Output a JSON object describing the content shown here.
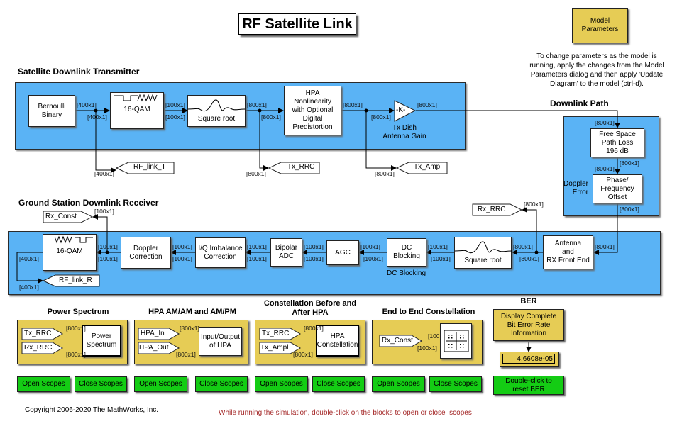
{
  "title": "RF Satellite Link",
  "model_parameters": {
    "label_line1": "Model",
    "label_line2": "Parameters",
    "note_lines": [
      "To change parameters as the model is",
      "running, apply the changes from the Model",
      "Parameters dialog and then apply 'Update",
      "Diagram' to the model (ctrl-d)."
    ]
  },
  "transmitter": {
    "heading": "Satellite Downlink Transmitter",
    "blocks": {
      "bernoulli": [
        "Bernoulli",
        "Binary"
      ],
      "qam": "16-QAM",
      "square_root": "Square root",
      "hpa": [
        "HPA",
        "Nonlinearity",
        "with Optional",
        "Digital",
        "Predistortion"
      ],
      "gain_symbol": "-K-",
      "gain_label": [
        "Tx Dish",
        "Antenna Gain"
      ]
    },
    "goto_tags": [
      "RF_link_T",
      "Tx_RRC",
      "Tx_Amp"
    ]
  },
  "downlink_path": {
    "heading": "Downlink Path",
    "blocks": {
      "fspl": [
        "Free Space",
        "Path Loss",
        "196 dB"
      ],
      "pfo": [
        "Phase/",
        "Frequency",
        "Offset"
      ]
    },
    "doppler_label": [
      "Doppler",
      "Error"
    ]
  },
  "receiver": {
    "heading": "Ground Station Downlink Receiver",
    "blocks": {
      "qam": "16-QAM",
      "doppler": [
        "Doppler",
        "Correction"
      ],
      "iq": [
        "I/Q Imbalance",
        "Correction"
      ],
      "adc": [
        "Bipolar",
        "ADC"
      ],
      "agc": "AGC",
      "dc": [
        "DC",
        "Blocking"
      ],
      "dc_label": "DC Blocking",
      "square_root": "Square root",
      "antenna": [
        "Antenna",
        "and",
        "RX Front End"
      ]
    },
    "goto_tags": [
      "Rx_Const",
      "Rx_RRC",
      "RF_link_R"
    ]
  },
  "dimensions": {
    "d400": "[400x1]",
    "d100": "[100x1]",
    "d800": "[800x1]"
  },
  "scope_groups": [
    {
      "heading": "Power Spectrum",
      "inputs": [
        "Tx_RRC",
        "Rx_RRC"
      ],
      "block": [
        "Power",
        "Spectrum"
      ],
      "open": "Open Scopes",
      "close": "Close Scopes"
    },
    {
      "heading": "HPA AM/AM and AM/PM",
      "inputs": [
        "HPA_In",
        "HPA_Out"
      ],
      "block": [
        "Input/Output",
        "of HPA"
      ],
      "open": "Open Scopes",
      "close": "Close Scopes"
    },
    {
      "heading": "Constellation Before and After HPA",
      "inputs": [
        "Tx_RRC",
        "Tx_Ampl"
      ],
      "block": [
        "HPA",
        "Constellation"
      ],
      "open": "Open Scopes",
      "close": "Close Scopes"
    },
    {
      "heading": "End to End Constellation",
      "inputs": [
        "Rx_Const"
      ],
      "block": [],
      "open": "Open Scopes",
      "close": "Close Scopes"
    }
  ],
  "ber": {
    "heading": "BER",
    "display_block": [
      "Display Complete",
      "Bit Error Rate",
      "Information"
    ],
    "value": "4.6608e-05",
    "reset": [
      "Double-click to",
      "reset BER"
    ]
  },
  "footer": {
    "copyright": "Copyright 2006-2020 The MathWorks, Inc.",
    "hint": "While running the simulation, double-click on the blocks to open or close  scopes",
    "hint_color": "#a52a2a"
  }
}
